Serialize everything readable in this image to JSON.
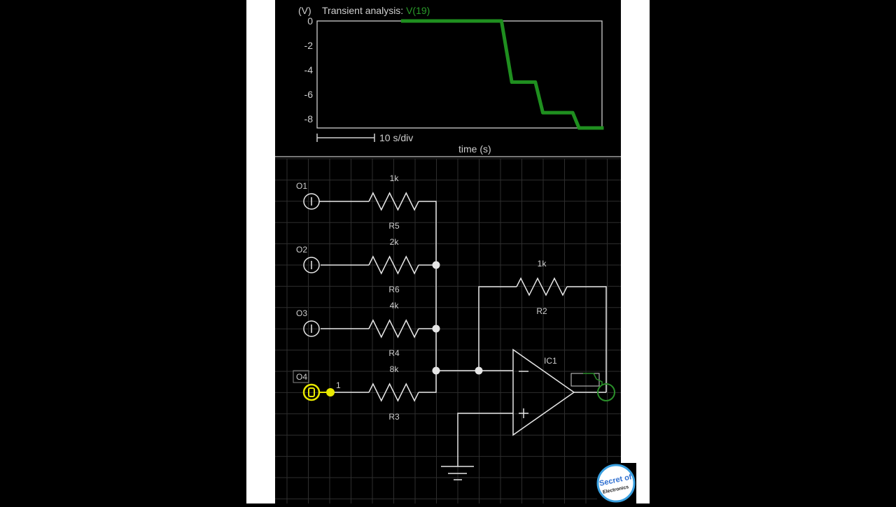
{
  "chart": {
    "y_unit": "(V)",
    "title_prefix": "Transient analysis: ",
    "title_signal": "V(19)",
    "scale_label": "10 s/div",
    "xlabel": "time (s)"
  },
  "chart_data": {
    "type": "line",
    "title": "Transient analysis: V(19)",
    "xlabel": "time (s)",
    "ylabel": "(V)",
    "ylim": [
      -8.75,
      0
    ],
    "xlim": [
      0,
      49.6
    ],
    "yticks": [
      "0",
      "-2",
      "-4",
      "-6",
      "-8"
    ],
    "ytick_values": [
      0,
      -2,
      -4,
      -6,
      -8
    ],
    "time_per_div_s": 10,
    "grid": false,
    "series": [
      {
        "x": [
          14.6,
          32.1,
          33.9,
          38.0,
          39.3,
          44.5,
          45.6,
          49.9
        ],
        "y": [
          0,
          0,
          -5,
          -5,
          -7.5,
          -7.5,
          -8.75,
          -8.75
        ],
        "color": "#1f8f1f"
      }
    ]
  },
  "circuit": {
    "switches": [
      {
        "label": "O1",
        "state": "I"
      },
      {
        "label": "O2",
        "state": "I"
      },
      {
        "label": "O3",
        "state": "I"
      },
      {
        "label": "O4",
        "state": "0"
      }
    ],
    "resistors": [
      {
        "name": "R5",
        "value": "1k"
      },
      {
        "name": "R6",
        "value": "2k"
      },
      {
        "name": "R4",
        "value": "4k"
      },
      {
        "name": "R3",
        "value": "8k"
      },
      {
        "name": "R2",
        "value": "1k"
      }
    ],
    "opamp": {
      "name": "IC1",
      "minus": "−",
      "plus": "+"
    },
    "node_label": "1"
  },
  "logo": {
    "line1": "Secret of",
    "line2": "Electronics"
  },
  "colors": {
    "trace": "#1f8f1f",
    "wire": "#e6e6e6",
    "selected": "#e8e800",
    "grid": "#2e2e2e",
    "probe": "#2a8f2a"
  }
}
